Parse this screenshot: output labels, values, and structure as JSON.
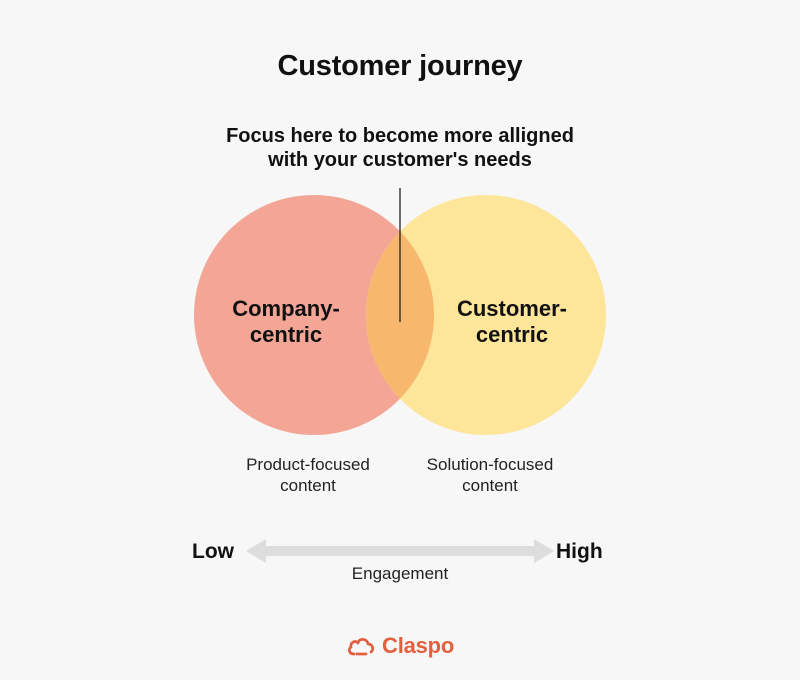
{
  "header": {
    "title": "Customer journey"
  },
  "callout": {
    "line1": "Focus here to become more alligned",
    "line2": "with your customer's needs"
  },
  "circles": [
    {
      "label_line1": "Company-",
      "label_line2": "centric",
      "caption_line1": "Product-focused",
      "caption_line2": "content",
      "color": "#f3a696"
    },
    {
      "label_line1": "Customer-",
      "label_line2": "centric",
      "caption_line1": "Solution-focused",
      "caption_line2": "content",
      "color": "#fde59a"
    }
  ],
  "overlap_color": "#f7b86d",
  "axis": {
    "low": "Low",
    "high": "High",
    "title": "Engagement",
    "arrow_color": "#dddddd"
  },
  "brand": {
    "name": "Claspo",
    "color": "#e2603f",
    "icon": "cloud-icon"
  }
}
